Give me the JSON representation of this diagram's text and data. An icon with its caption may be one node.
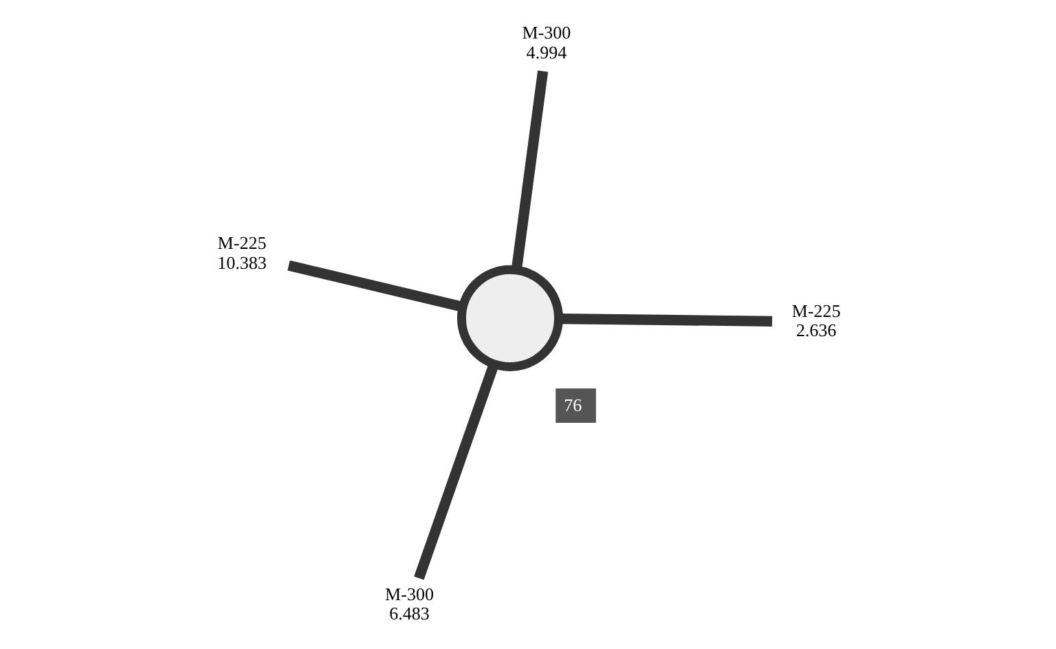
{
  "diagram": {
    "nodes": [
      {
        "text": [],
        "shape": "circle",
        "beside": [
          "76"
        ]
      },
      {
        "text": [
          "M-300",
          "6.483"
        ]
      },
      {
        "text": [
          "M-225",
          "10.383"
        ]
      },
      {
        "text": [
          "M-225",
          "2.636"
        ]
      },
      {
        "text": [
          "M-300",
          "4.994"
        ]
      }
    ],
    "edges": [
      {
        "from": 0,
        "to": 1,
        "arrow": "none"
      },
      {
        "from": 2,
        "to": 0,
        "arrow": "none"
      },
      {
        "from": 0,
        "to": 3,
        "arrow": "none"
      },
      {
        "from": 4,
        "to": 0,
        "arrow": "none"
      }
    ]
  }
}
